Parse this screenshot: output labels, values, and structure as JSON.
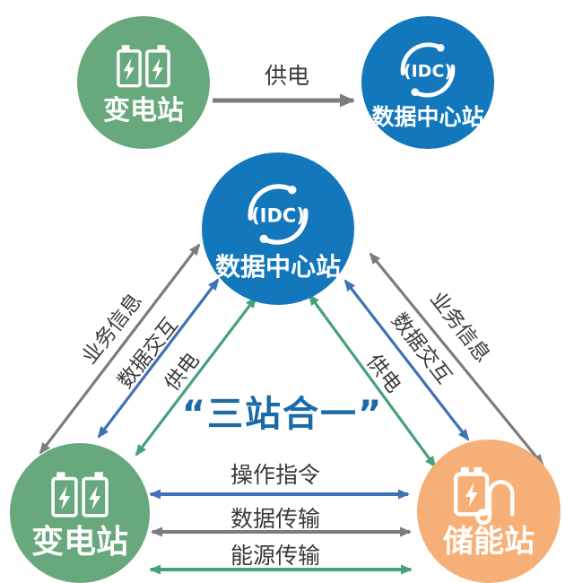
{
  "slogan": {
    "text": "“三站合一”",
    "color": "#1b6ba9"
  },
  "nodes": {
    "substation_top": {
      "label": "变电站",
      "icon": "dual-battery-icon",
      "color": "#67a87c"
    },
    "datacenter_top": {
      "label": "数据中心站",
      "icon": "idc-icon",
      "icon_text": "(IDC)",
      "color": "#1377bb"
    },
    "datacenter_mid": {
      "label": "数据中心站",
      "icon": "idc-icon",
      "icon_text": "(IDC)",
      "color": "#1377bb"
    },
    "substation_bottom": {
      "label": "变电站",
      "icon": "dual-battery-icon",
      "color": "#67a87c"
    },
    "storage": {
      "label": "储能站",
      "icon": "storage-battery-icon",
      "color": "#f6b077"
    }
  },
  "edges": {
    "top": {
      "label": "供电",
      "color": "#7c7c7c",
      "style": "single-arrow-right"
    },
    "left": [
      {
        "label": "业务信息",
        "color": "#7c7c7c",
        "style": "double-arrow"
      },
      {
        "label": "数据交互",
        "color": "#3f72b4",
        "style": "double-arrow"
      },
      {
        "label": "供电",
        "color": "#47a277",
        "style": "double-arrow"
      }
    ],
    "right": [
      {
        "label": "业务信息",
        "color": "#7c7c7c",
        "style": "double-arrow"
      },
      {
        "label": "数据交互",
        "color": "#3f72b4",
        "style": "double-arrow"
      },
      {
        "label": "供电",
        "color": "#47a277",
        "style": "double-arrow"
      }
    ],
    "bottom": [
      {
        "label": "操作指令",
        "color": "#3f72b4",
        "style": "double-arrow"
      },
      {
        "label": "数据传输",
        "color": "#7c7c7c",
        "style": "double-arrow"
      },
      {
        "label": "能源传输",
        "color": "#47a277",
        "style": "double-arrow"
      }
    ]
  }
}
